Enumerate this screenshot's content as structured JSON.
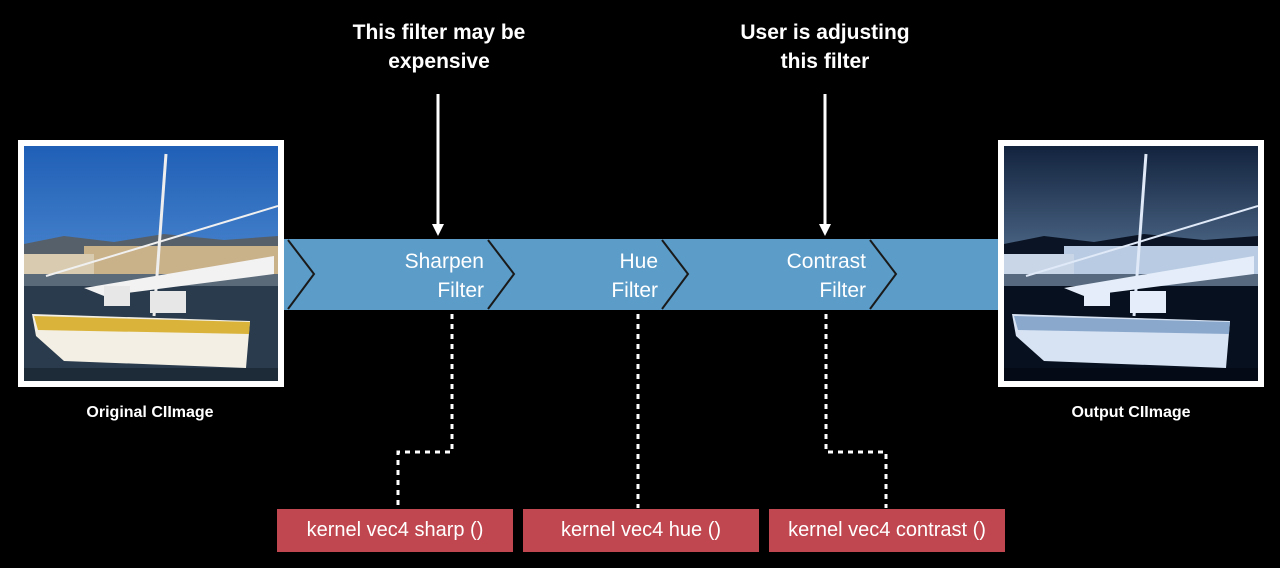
{
  "callouts": {
    "expensive": [
      "This filter may be",
      "expensive"
    ],
    "adjusting": [
      "User is adjusting",
      "this filter"
    ]
  },
  "filters": [
    {
      "line1": "Sharpen",
      "line2": "Filter"
    },
    {
      "line1": "Hue",
      "line2": "Filter"
    },
    {
      "line1": "Contrast",
      "line2": "Filter"
    }
  ],
  "kernels": [
    "kernel vec4 sharp ()",
    "kernel vec4 hue ()",
    "kernel vec4 contrast ()"
  ],
  "images": {
    "input_caption": "Original CIImage",
    "output_caption": "Output CIImage"
  },
  "colors": {
    "pipeline": "#5b9cc8",
    "kernel": "#c0474f",
    "background": "#000000"
  }
}
